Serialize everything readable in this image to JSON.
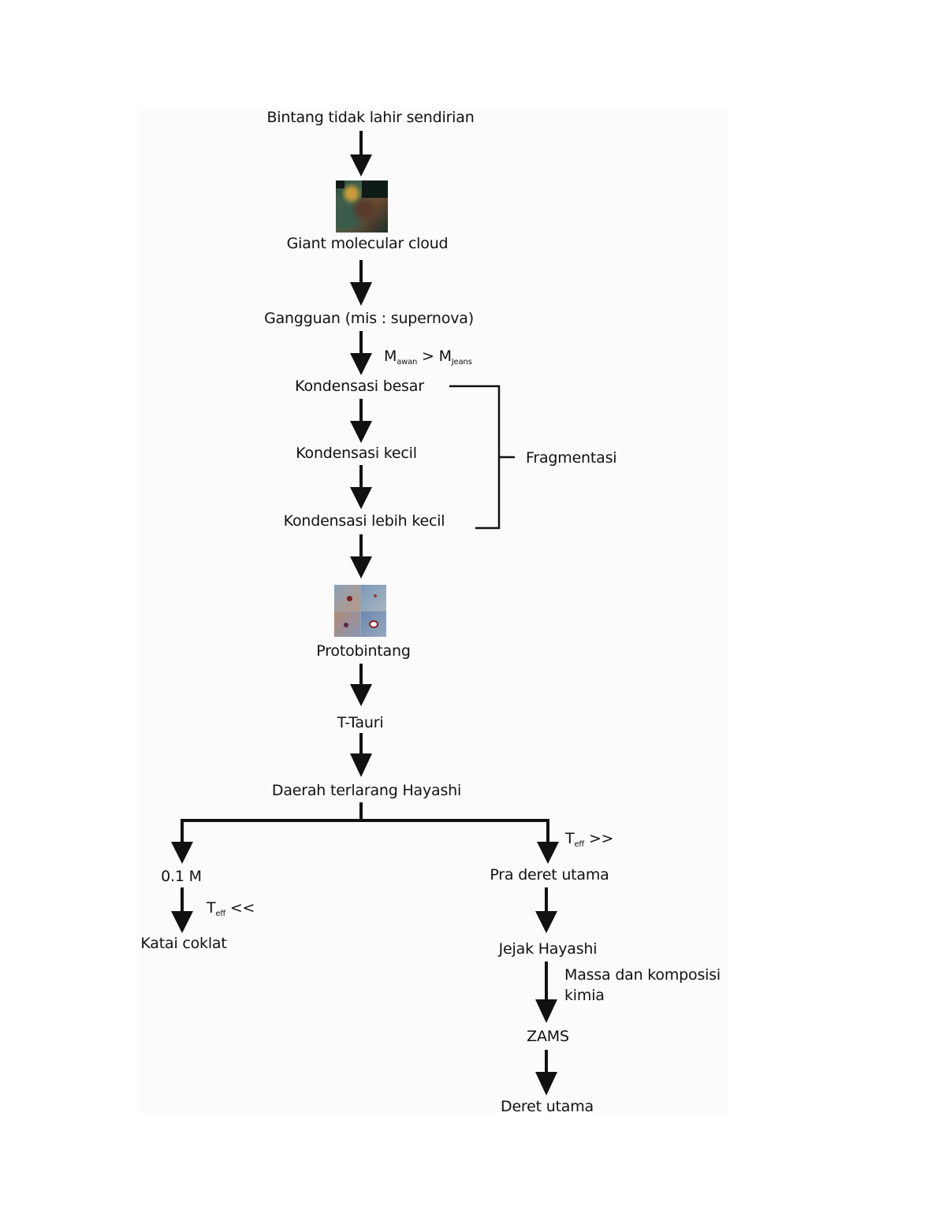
{
  "nodes": {
    "n1": "Bintang tidak lahir sendirian",
    "n2": "Giant molecular cloud",
    "n3": "Gangguan (mis : supernova)",
    "n4": "Kondensasi besar",
    "n5": "Kondensasi kecil",
    "n6": "Kondensasi lebih kecil",
    "n7": "Protobintang",
    "n8": "T-Tauri",
    "n9": "Daerah terlarang Hayashi",
    "n10": "0.1 M",
    "n11": "Katai coklat",
    "n12": "Pra deret utama",
    "n13": "Jejak Hayashi",
    "n14": "ZAMS",
    "n15": "Deret utama"
  },
  "labels": {
    "m_awan_main": "M",
    "m_awan_sub": "awan",
    "gt": " > ",
    "m_jeans_main": "M",
    "m_jeans_sub": "Jeans",
    "fragmentasi": "Fragmentasi",
    "teff_right_main": "T",
    "teff_right_sub": "eff",
    "teff_right_op": " >>",
    "teff_left_main": "T",
    "teff_left_sub": "eff",
    "teff_left_op": " <<",
    "massa_line1": "Massa dan komposisi",
    "massa_line2": "kimia"
  },
  "images": {
    "cloud": "nebula-photo",
    "proto": "protostar-photo-grid"
  },
  "colors": {
    "line": "#111111",
    "panel": "#fbfbfb"
  }
}
